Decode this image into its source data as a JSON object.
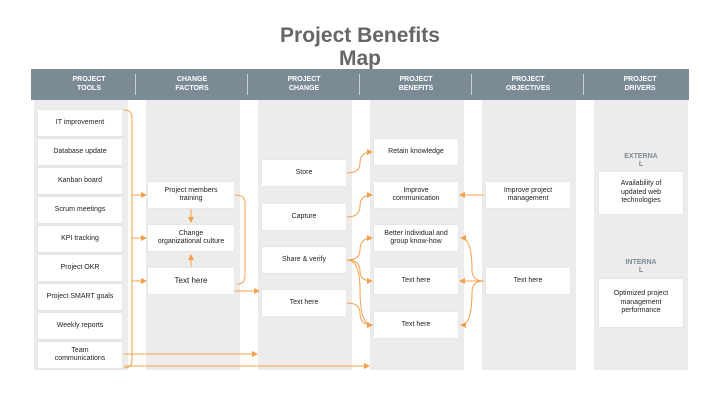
{
  "title": "Project Benefits\nMap",
  "columns": [
    {
      "header": "PROJECT\nTOOLS"
    },
    {
      "header": "CHANGE\nFACTORS"
    },
    {
      "header": "PROJECT\nCHANGE"
    },
    {
      "header": "PROJECT\nBENEFITS"
    },
    {
      "header": "PROJECT\nOBJECTIVES"
    },
    {
      "header": "PROJECT\nDRIVERS"
    }
  ],
  "tools": [
    "IT improvement",
    "Database update",
    "Kanban board",
    "Scrum meetings",
    "KPI tracking",
    "Project OKR",
    "Project SMART goals",
    "Weekly reports",
    "Team\ncommunications"
  ],
  "change_factors": [
    "Project members\ntraining",
    "Change\norganizational culture",
    "Text here"
  ],
  "project_change": [
    "Store",
    "Capture",
    "Share & verify",
    "Text here"
  ],
  "project_benefits": [
    "Retain knowledge",
    "Improve\ncommunication",
    "Better individual and\ngroup know-how",
    "Text here",
    "Text here"
  ],
  "project_objectives": [
    "Improve project\nmanagement",
    "Text here"
  ],
  "drivers": [
    {
      "label": "EXTERNA\nL",
      "text": "Availability of\nupdated web\ntechnologies"
    },
    {
      "label": "INTERNA\nL",
      "text": "Optimized project\nmanagement\nperformance"
    }
  ],
  "colors": {
    "header": "#7a8b96",
    "accent": "#f4a04a",
    "column_bg": "#ececec"
  }
}
